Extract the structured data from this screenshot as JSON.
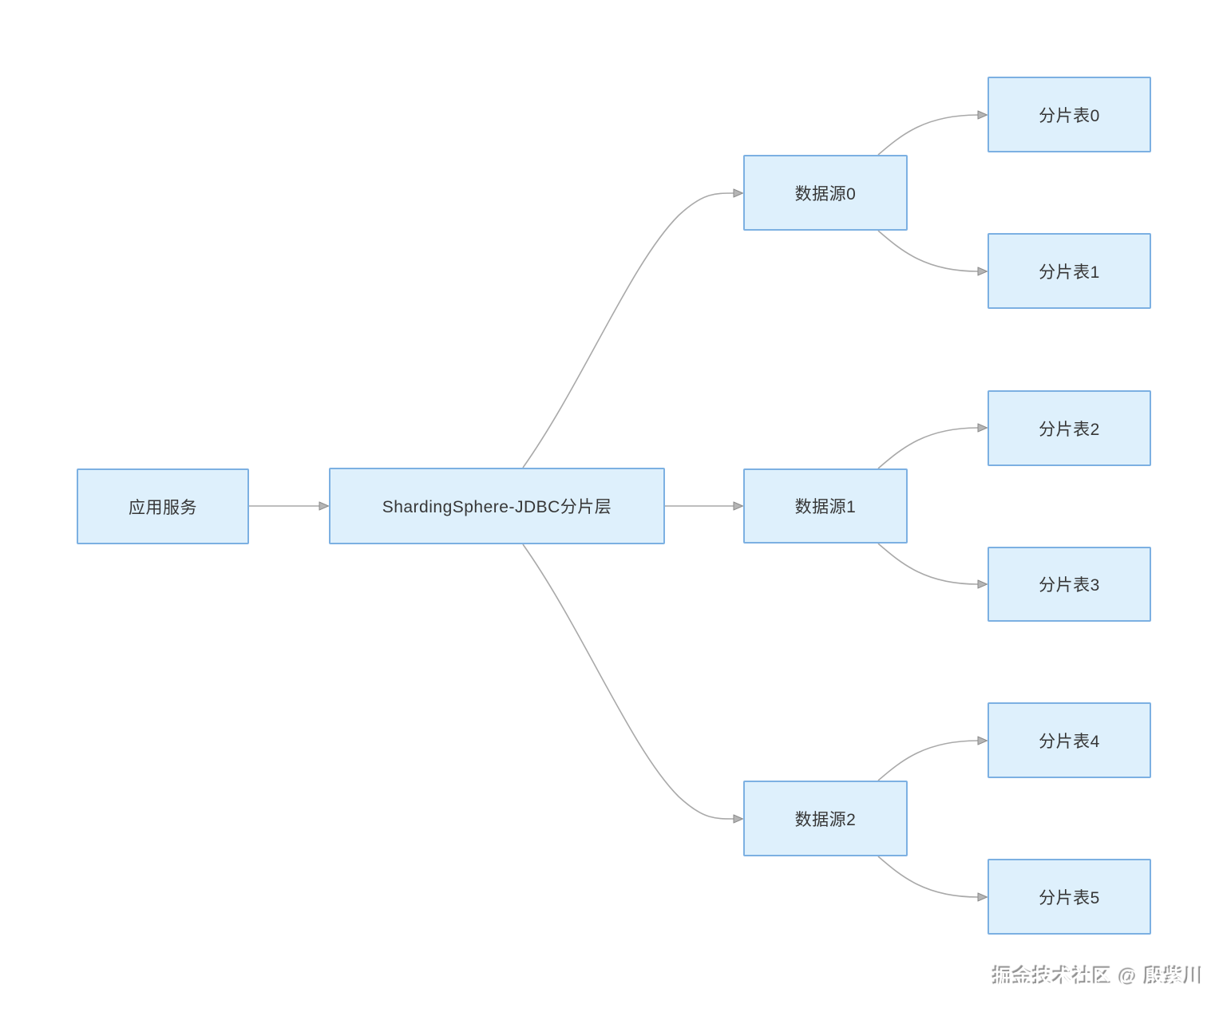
{
  "diagram": {
    "nodes": {
      "app": {
        "label": "应用服务"
      },
      "sharding_layer": {
        "label": "ShardingSphere-JDBC分片层"
      },
      "ds0": {
        "label": "数据源0"
      },
      "ds1": {
        "label": "数据源1"
      },
      "ds2": {
        "label": "数据源2"
      },
      "t0": {
        "label": "分片表0"
      },
      "t1": {
        "label": "分片表1"
      },
      "t2": {
        "label": "分片表2"
      },
      "t3": {
        "label": "分片表3"
      },
      "t4": {
        "label": "分片表4"
      },
      "t5": {
        "label": "分片表5"
      }
    },
    "edges": [
      {
        "from": "app",
        "to": "sharding_layer"
      },
      {
        "from": "sharding_layer",
        "to": "ds0"
      },
      {
        "from": "sharding_layer",
        "to": "ds1"
      },
      {
        "from": "sharding_layer",
        "to": "ds2"
      },
      {
        "from": "ds0",
        "to": "t0"
      },
      {
        "from": "ds0",
        "to": "t1"
      },
      {
        "from": "ds1",
        "to": "t2"
      },
      {
        "from": "ds1",
        "to": "t3"
      },
      {
        "from": "ds2",
        "to": "t4"
      },
      {
        "from": "ds2",
        "to": "t5"
      }
    ],
    "colors": {
      "node_fill": "#def0fc",
      "node_border": "#7cb0e2",
      "connector": "#a9a9a9",
      "arrow_fill": "#b5b5b5",
      "arrow_stroke": "#8b8b8b",
      "text": "#363636",
      "background": "#ffffff"
    }
  },
  "watermark": {
    "text": "掘金技术社区 @ 殷紫川"
  }
}
